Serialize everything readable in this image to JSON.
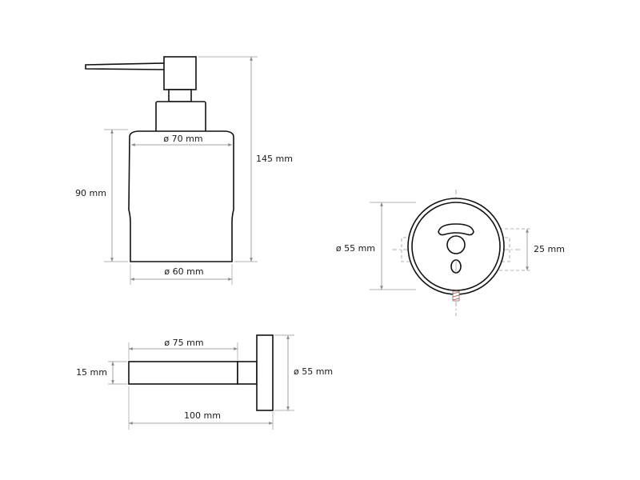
{
  "dimensions": {
    "front_top_diameter": "ø 70 mm",
    "front_bottom_diameter": "ø 60 mm",
    "front_body_height": "90 mm",
    "front_total_height": "145 mm",
    "plate_diameter": "ø 55 mm",
    "plate_hole_spacing": "25 mm",
    "side_ring_diameter": "ø 75 mm",
    "side_arm_thickness": "15 mm",
    "side_plate_diameter": "ø 55 mm",
    "side_total_length": "100 mm"
  }
}
